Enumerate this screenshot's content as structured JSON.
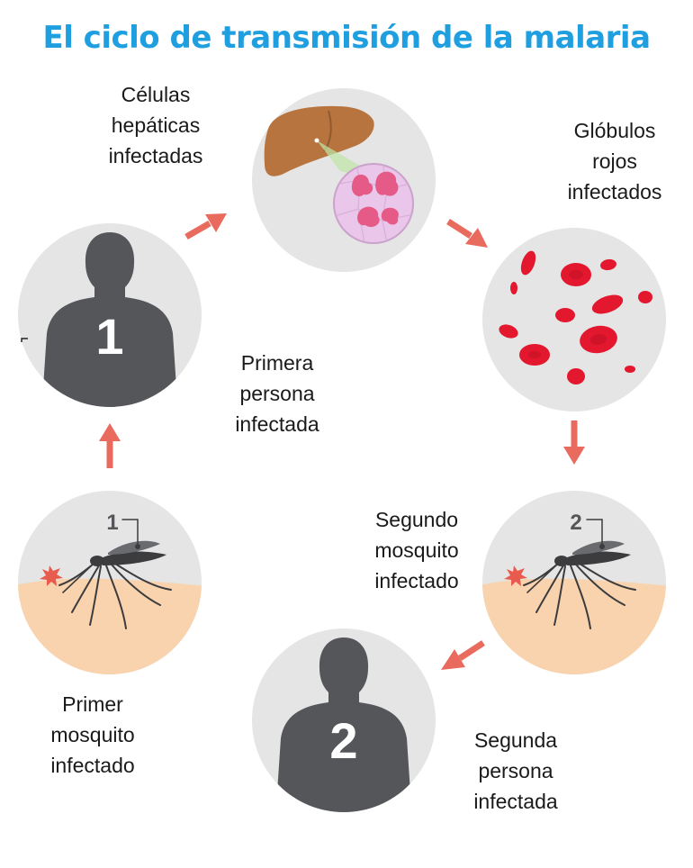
{
  "title": "El ciclo de transmisión de la malaria",
  "colors": {
    "title": "#1f9fe0",
    "circle": "#e5e5e5",
    "arrow": "#e86b5e",
    "silhouette": "#555659",
    "skin": "#f8d3ad",
    "liver": "#b8743f",
    "cell_red": "#e3172d",
    "infected_cell": "#e9c6ea"
  },
  "nodes": {
    "liver_cells": {
      "label": [
        "Células",
        "hepáticas",
        "infectadas"
      ]
    },
    "red_cells": {
      "label": [
        "Glóbulos",
        "rojos",
        "infectados"
      ]
    },
    "first_person": {
      "number": "1",
      "label": [
        "Primera",
        "persona",
        "infectada"
      ]
    },
    "first_mosquito": {
      "number": "1",
      "label": [
        "Primer",
        "mosquito",
        "infectado"
      ]
    },
    "second_mosquito": {
      "number": "2",
      "label": [
        "Segundo",
        "mosquito",
        "infectado"
      ]
    },
    "second_person": {
      "number": "2",
      "label": [
        "Segunda",
        "persona",
        "infectada"
      ]
    }
  },
  "icons": {
    "person": "person-silhouette-icon",
    "mosquito": "mosquito-icon",
    "liver": "liver-icon",
    "blood": "red-blood-cells-icon",
    "bite": "bite-spark-icon"
  }
}
